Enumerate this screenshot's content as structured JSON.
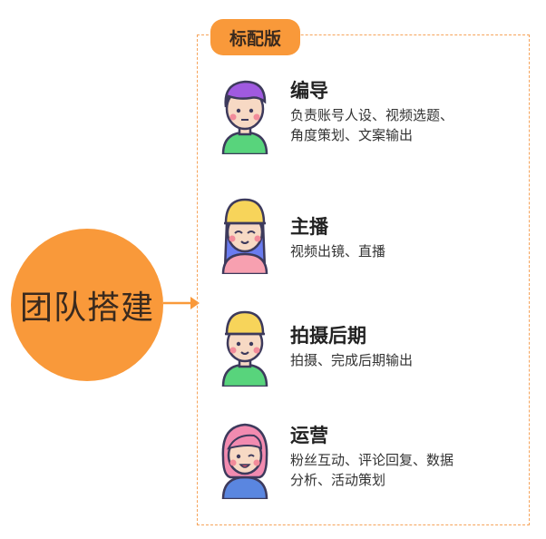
{
  "main": {
    "center_label": "团队搭建"
  },
  "badge": {
    "label": "标配版"
  },
  "colors": {
    "accent": "#f9993a",
    "frame": "#f6a35a",
    "outline": "#3d3a5c"
  },
  "roles": [
    {
      "title": "编导",
      "desc_lines": [
        "负责账号人设、视频选题、",
        "角度策划、文案输出"
      ],
      "icon": "avatar-purple-hair-icon"
    },
    {
      "title": "主播",
      "desc_lines": [
        "视频出镜、直播"
      ],
      "icon": "avatar-yellow-helmet-long-hair-icon"
    },
    {
      "title": "拍摄后期",
      "desc_lines": [
        "拍摄、完成后期输出"
      ],
      "icon": "avatar-yellow-cap-icon"
    },
    {
      "title": "运营",
      "desc_lines": [
        "粉丝互动、评论回复、数据",
        "分析、活动策划"
      ],
      "icon": "avatar-pink-hair-icon"
    }
  ]
}
